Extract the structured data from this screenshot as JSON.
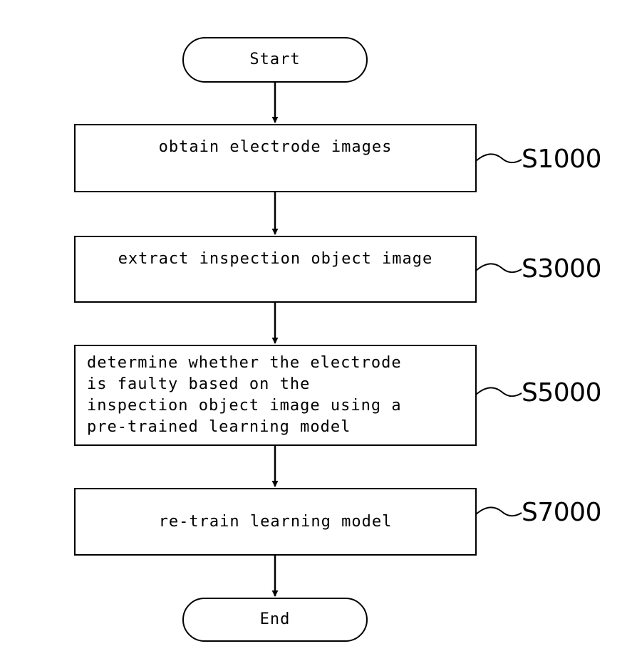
{
  "flowchart": {
    "start_label": "Start",
    "end_label": "End",
    "steps": [
      {
        "text": "obtain electrode images",
        "label": "S1000"
      },
      {
        "text": "extract inspection object image",
        "label": "S3000"
      },
      {
        "text": "determine whether the electrode\nis faulty based on the\ninspection object image using a\npre-trained learning model",
        "label": "S5000"
      },
      {
        "text": "re-train learning model",
        "label": "S7000"
      }
    ]
  }
}
